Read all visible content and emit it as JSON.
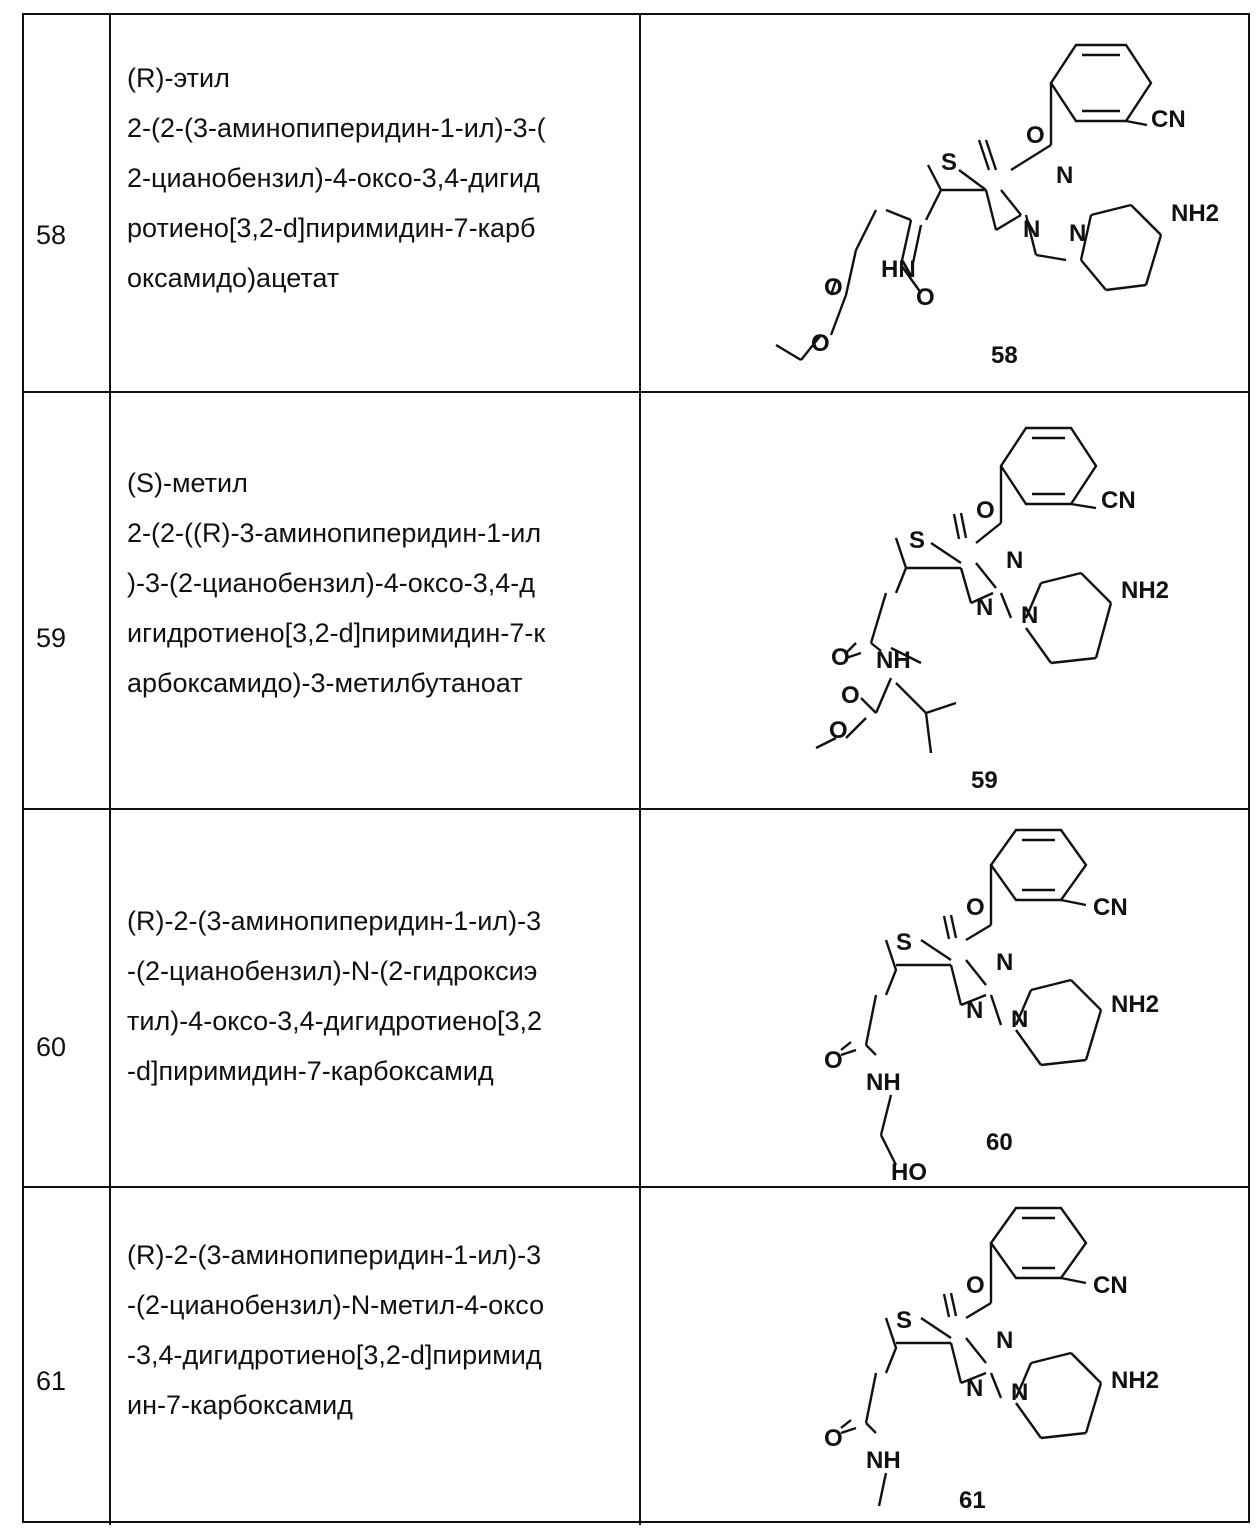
{
  "table": {
    "rows": [
      {
        "number": "58",
        "name_lines": [
          "(R)-этил",
          "2-(2-(3-аминопиперидин-1-ил)-3-(",
          "2-цианобензил)-4-оксо-3,4-дигид",
          "ротиено[3,2-d]пиримидин-7-карб",
          "оксамидо)ацетат"
        ],
        "structure_label": "58",
        "atoms": {
          "s": "S",
          "o_top": "O",
          "n3": "N",
          "n1": "N",
          "n_pip": "N",
          "cn": "CN",
          "nh2": "NH2",
          "amide_n": "HN",
          "amide_o": "O",
          "ester_o1": "O",
          "ester_o2": "O"
        }
      },
      {
        "number": "59",
        "name_lines": [
          "(S)-метил",
          "2-(2-((R)-3-аминопиперидин-1-ил",
          ")-3-(2-цианобензил)-4-оксо-3,4-д",
          "игидротиено[3,2-d]пиримидин-7-к",
          "арбоксамидо)-3-метилбутаноат"
        ],
        "structure_label": "59",
        "atoms": {
          "s": "S",
          "o_top": "O",
          "n3": "N",
          "n1": "N",
          "n_pip": "N",
          "cn": "CN",
          "nh2": "NH2",
          "amide_n": "NH",
          "amide_o": "O",
          "ester_o1": "O",
          "ester_o2": "O"
        }
      },
      {
        "number": "60",
        "name_lines": [
          "(R)-2-(3-аминопиперидин-1-ил)-3",
          "-(2-цианобензил)-N-(2-гидроксиэ",
          "тил)-4-оксо-3,4-дигидротиено[3,2",
          "-d]пиримидин-7-карбоксамид"
        ],
        "structure_label": "60",
        "atoms": {
          "s": "S",
          "o_top": "O",
          "n3": "N",
          "n1": "N",
          "n_pip": "N",
          "cn": "CN",
          "nh2": "NH2",
          "amide_n": "NH",
          "amide_o": "O",
          "ho": "HO"
        }
      },
      {
        "number": "61",
        "name_lines": [
          "(R)-2-(3-аминопиперидин-1-ил)-3",
          "-(2-цианобензил)-N-метил-4-оксо",
          "-3,4-дигидротиено[3,2-d]пиримид",
          "ин-7-карбоксамид"
        ],
        "structure_label": "61",
        "atoms": {
          "s": "S",
          "o_top": "O",
          "n3": "N",
          "n1": "N",
          "n_pip": "N",
          "cn": "CN",
          "nh2": "NH2",
          "amide_n": "NH",
          "amide_o": "O"
        }
      }
    ]
  }
}
